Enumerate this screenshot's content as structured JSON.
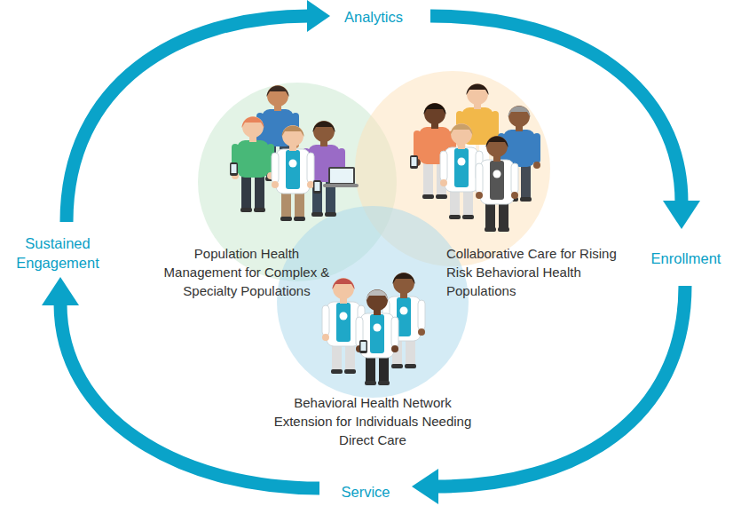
{
  "diagram": {
    "nodes": [
      {
        "text": [
          "Population Health Management for Complex & Specialty Populations"
        ]
      },
      {
        "text": [
          "Collaborative Care for Rising Risk Behavioral Health Populations"
        ]
      },
      {
        "text": [
          "Behavioral Health Network Extension for Individuals Needing Direct Care"
        ]
      }
    ],
    "labels": [
      "Analytics",
      "Enrollment",
      "Service",
      "Sustained Engagement"
    ]
  }
}
